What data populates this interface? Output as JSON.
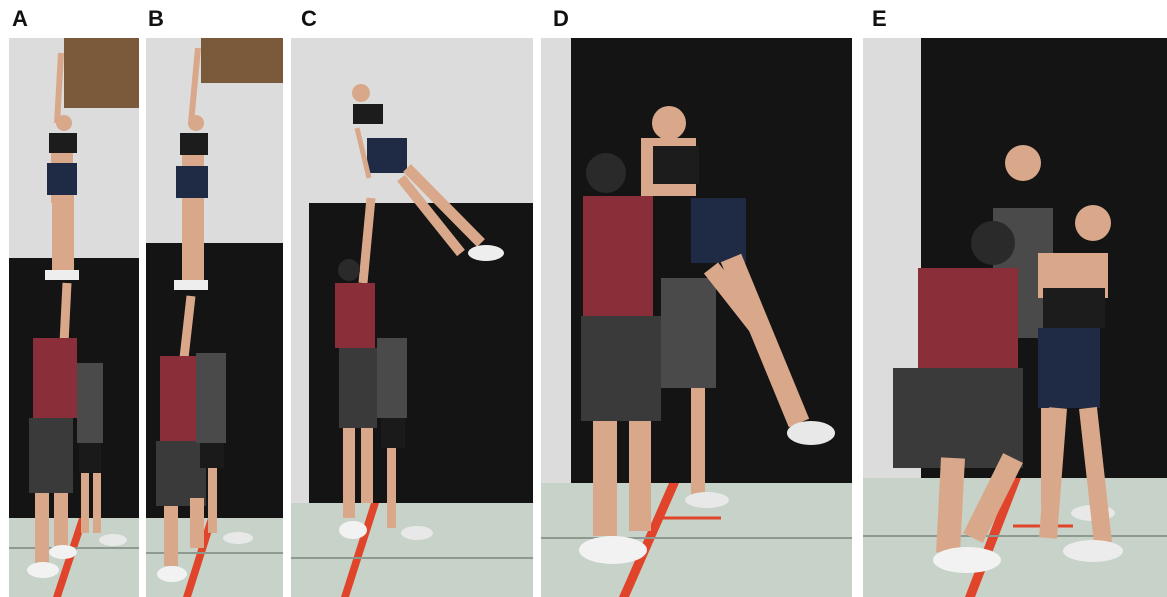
{
  "panels": [
    {
      "id": "A",
      "label": "A"
    },
    {
      "id": "B",
      "label": "B"
    },
    {
      "id": "C",
      "label": "C"
    },
    {
      "id": "D",
      "label": "D"
    },
    {
      "id": "E",
      "label": "E"
    }
  ],
  "colors": {
    "wall_light": "#dcdcdc",
    "curtain": "#141414",
    "floor": "#c7d3c8",
    "floor_line_red": "#e0442a",
    "shirt_red": "#8a2e3a",
    "shorts_navy": "#1f2a44",
    "skin": "#d9a88a",
    "shorts_dark": "#3a3a3a"
  }
}
